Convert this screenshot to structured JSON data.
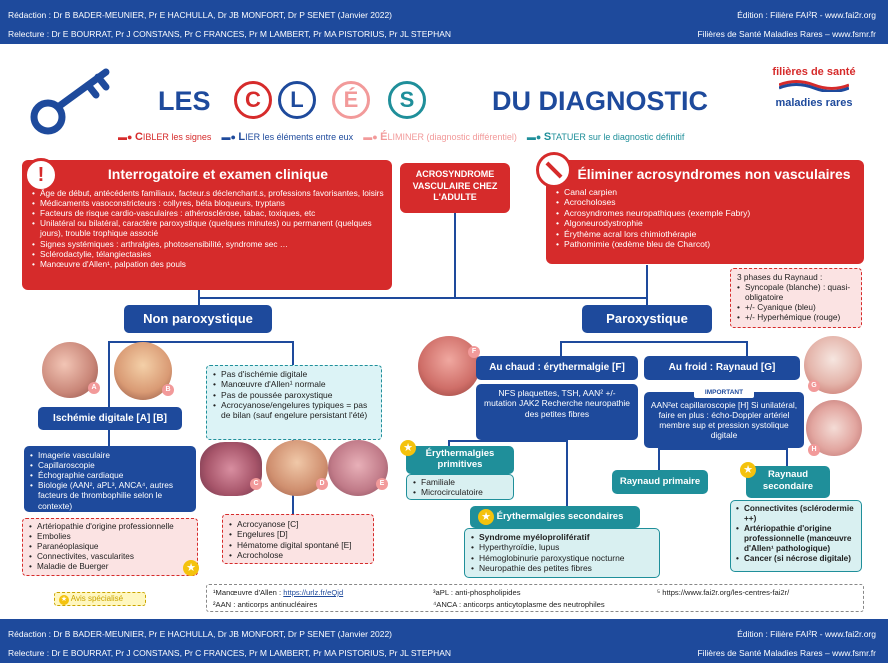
{
  "header": {
    "redaction": "Rédaction : Dr B BADER-MEUNIER, Pr E HACHULLA, Dr JB MONFORT, Dr P SENET  (Janvier 2022)",
    "relecture": "Relecture : Dr E BOURRAT, Pr J CONSTANS, Pr C FRANCES,  Pr M LAMBERT, Pr MA PISTORIUS, Pr JL STEPHAN",
    "edition": "Édition : Filière FAI²R - www.fai2r.org",
    "filieres": "Filières de Santé Maladies Rares – www.fsmr.fr"
  },
  "title": {
    "les": "LES",
    "du": "DU DIAGNOSTIC",
    "c": "C",
    "l": "L",
    "e": "É",
    "s": "S"
  },
  "logo": {
    "line1": "filières de santé",
    "line2": "maladies rares"
  },
  "legend": {
    "c1": "C",
    "c2": "IBLER les signes",
    "l1": "L",
    "l2": "IER les éléments entre eux",
    "e1": "É",
    "e2": "LIMINER (diagnostic différentiel)",
    "s1": "S",
    "s2": "TATUER sur le diagnostic définitif"
  },
  "interrog": {
    "title": "Interrogatoire et examen clinique",
    "items": [
      "Âge de début, antécédents familiaux, facteur.s déclenchant.s, professions favorisantes, loisirs",
      "Médicaments vasoconstricteurs : collyres, béta bloqueurs, tryptans",
      "Facteurs de risque cardio-vasculaires : athérosclérose, tabac, toxiques, etc",
      "Unilatéral ou bilatéral, caractère paroxystique (quelques minutes) ou permanent (quelques jours), trouble trophique associé",
      "Signes systémiques : arthralgies, photosensibilité, syndrome sec …",
      "Sclérodactylie, télangiectasies",
      "Manœuvre d'Allen¹, palpation des pouls"
    ]
  },
  "center": {
    "title": "ACROSYNDROME VASCULAIRE CHEZ L'ADULTE"
  },
  "eliminer": {
    "title": "Éliminer acrosyndromes non vasculaires",
    "items": [
      "Canal carpien",
      "Acrocholoses",
      "Acrosyndromes neuropathiques (exemple Fabry)",
      "Algoneurodystrophie",
      "Érythème acral lors chimiothérapie",
      "Pathomimie (œdème bleu de Charcot)"
    ]
  },
  "phases": {
    "title": "3 phases du Raynaud :",
    "items": [
      "Syncopale (blanche) : quasi-obligatoire",
      "+/- Cyanique (bleu)",
      "+/- Hyperhémique (rouge)"
    ]
  },
  "nonparox": {
    "title": "Non paroxystique"
  },
  "parox": {
    "title": "Paroxystique"
  },
  "ischemie": {
    "title": "Ischémie digitale [A] [B]",
    "items": [
      "Imagerie vasculaire",
      "Capillaroscopie",
      "Échographie cardiaque",
      "Biologie (AAN², aPL³, ANCA⁴, autres facteurs de thrombophilie selon le contexte)"
    ],
    "causes": [
      "Artériopathie d'origine professionnelle",
      "Embolies",
      "Paranéoplasique",
      "Connectivites, vascularites",
      "Maladie de Buerger"
    ]
  },
  "pasisch": {
    "items": [
      "Pas d'ischémie digitale",
      "Manœuvre d'Allen¹ normale",
      "Pas de poussée paroxystique",
      "Acrocyanose/engelures typiques = pas de bilan (sauf engelure persistant l'été)"
    ]
  },
  "acro": {
    "items": [
      "Acrocyanose [C]",
      "Engelures [D]",
      "Hématome digital spontané [E]",
      "Acrocholose"
    ]
  },
  "chaud": {
    "title": "Au chaud : érythermalgie [F]",
    "text": "NFS plaquettes, TSH, AAN² +/- mutation JAK2 Recherche neuropathie des petites fibres"
  },
  "primitives": {
    "title": "Érythermalgies primitives",
    "items": [
      "Familiale",
      "Microcirculatoire"
    ]
  },
  "secondaires": {
    "title": "Érythermalgies secondaires",
    "items": [
      "Syndrome myéloprolifératif",
      "Hyperthyroïdie, lupus",
      "Hémoglobinurie paroxystique nocturne",
      "Neuropathie des petites fibres"
    ]
  },
  "froid": {
    "title": "Au froid : Raynaud [G]",
    "important": "IMPORTANT",
    "text": "AAN²et capillaroscopie [H] Si unilatéral, faire en plus : écho-Doppler artériel membre sup et pression systolique digitale"
  },
  "raynaudprim": {
    "title": "Raynaud primaire"
  },
  "raynaudsec": {
    "title": "Raynaud secondaire",
    "items": [
      "Connectivites (sclérodermie ++)",
      "Artériopathie d'origine professionnelle (manœuvre d'Allen¹ pathologique)",
      "Cancer (si nécrose digitale)"
    ]
  },
  "avis": {
    "label": "Avis spécialisé"
  },
  "tags": {
    "a": "A",
    "b": "B",
    "c": "C",
    "d": "D",
    "e": "E",
    "f": "F",
    "g": "G",
    "h": "H"
  },
  "notes": {
    "n1a": "¹Manœuvre d'Allen : ",
    "n1b": "https://urlz.fr/eQjd",
    "n2": "²AAN : anticorps antinucléaires",
    "n3": "³aPL : anti-phospholipides",
    "n4": "⁴ANCA : anticorps anticytoplasme des neutrophiles",
    "n5": "⁵ https://www.fai2r.org/les-centres-fai2r/"
  },
  "colors": {
    "red": "#d62b2b",
    "navy": "#1e4a9c",
    "teal": "#1f8f9a",
    "pink": "#f29a9a"
  }
}
